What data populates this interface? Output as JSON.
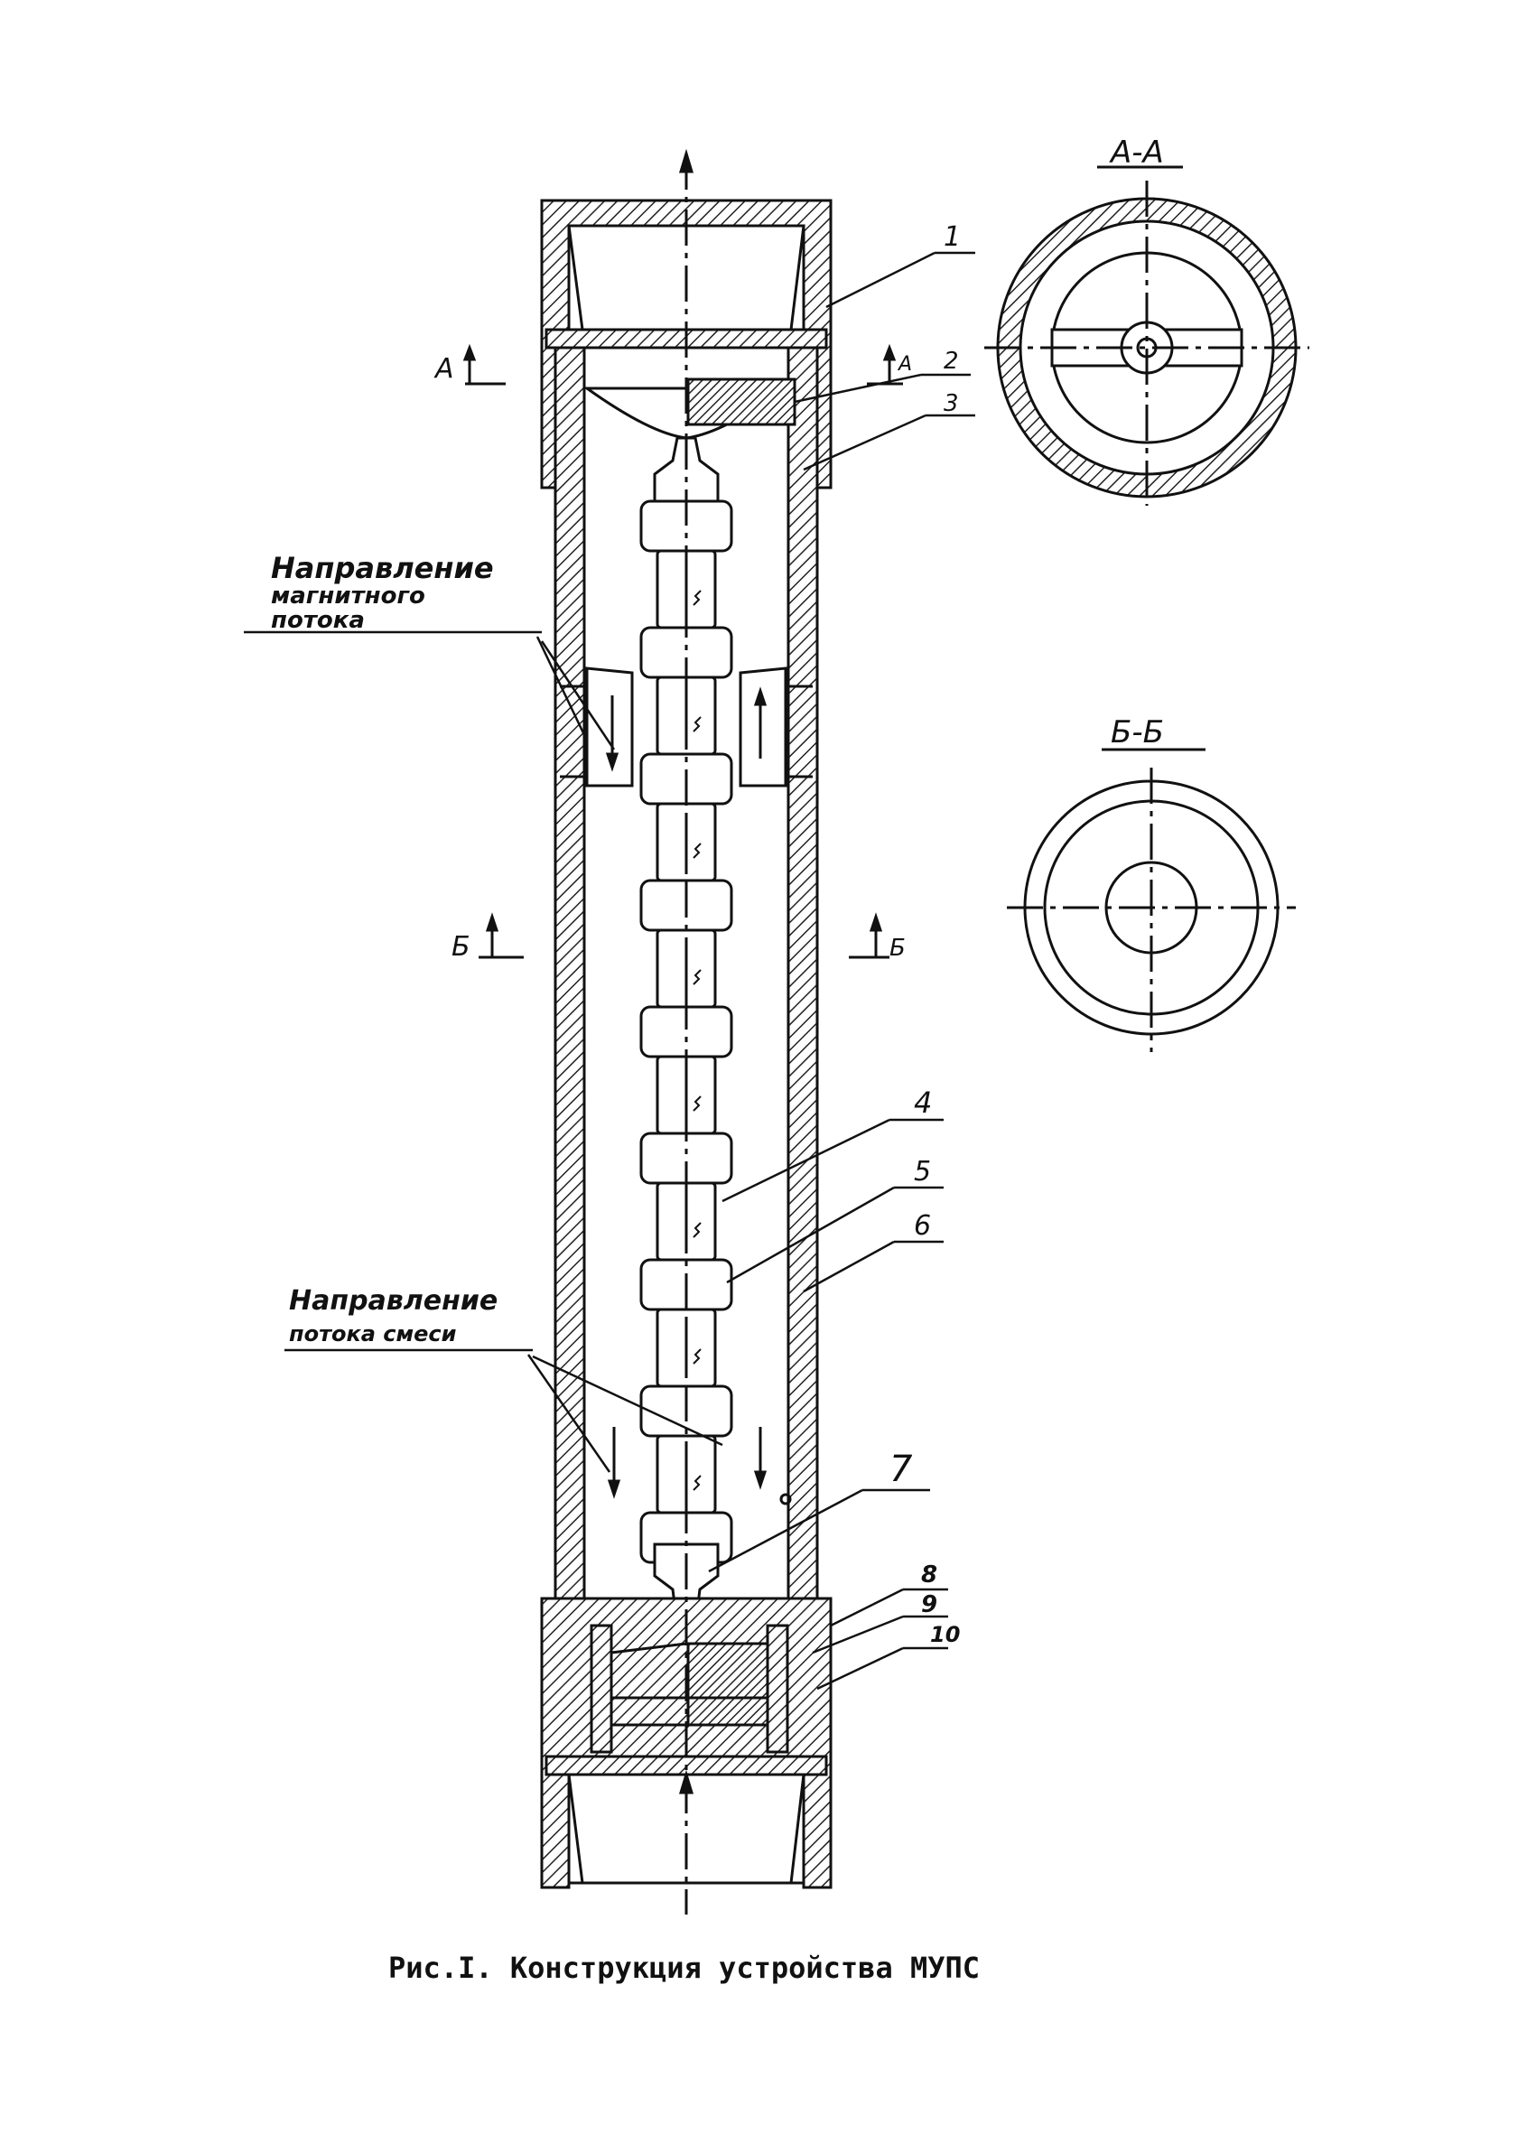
{
  "caption": "Рис.I. Конструкция устройства МУПС",
  "section_a": {
    "title": "А-А",
    "left_mark": "А",
    "right_mark": "А"
  },
  "section_b": {
    "title": "Б-Б",
    "left_mark": "Б",
    "right_mark": "Б"
  },
  "annotations": {
    "magnetic_flux": [
      "Направление",
      "магнитного",
      "потока"
    ],
    "mixture_flow": [
      "Направление",
      "потока смеси"
    ]
  },
  "part_numbers": [
    "1",
    "2",
    "3",
    "4",
    "5",
    "6",
    "7",
    "8",
    "9",
    "10"
  ]
}
